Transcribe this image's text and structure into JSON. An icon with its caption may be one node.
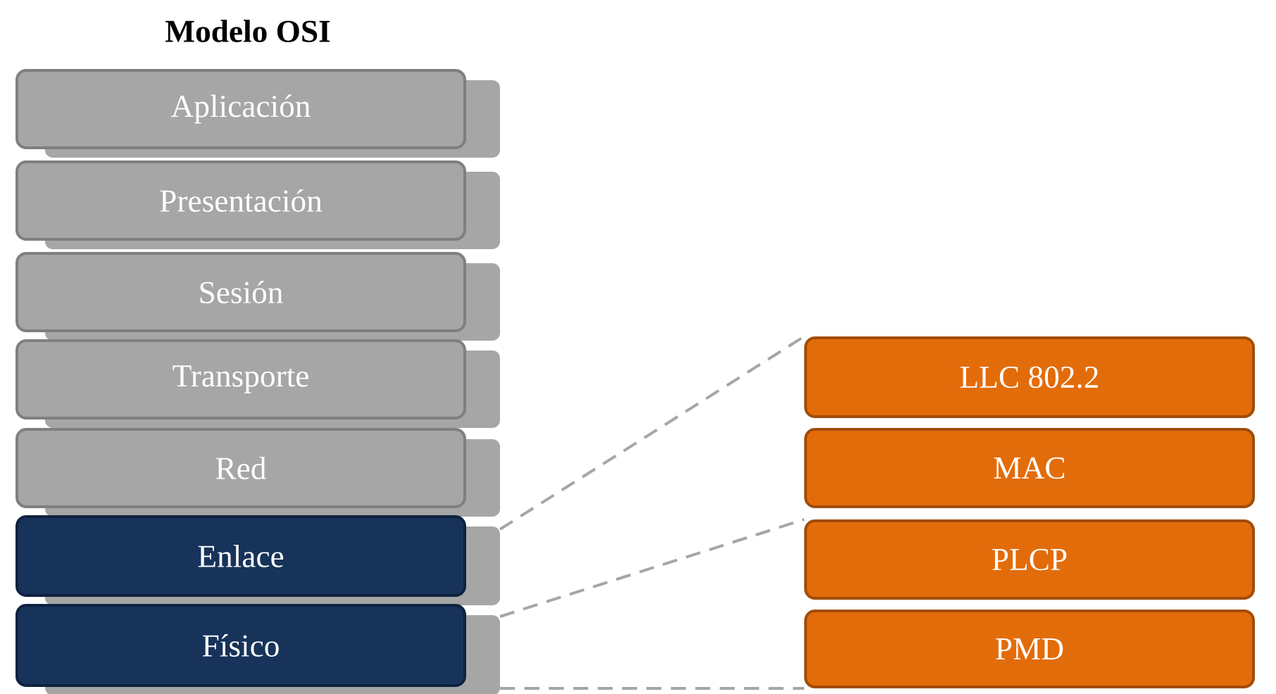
{
  "diagram": {
    "title": "Modelo OSI",
    "nodes": [
      {
        "text": [
          "Aplicación"
        ]
      },
      {
        "text": [
          "Presentación"
        ]
      },
      {
        "text": [
          "Sesión"
        ]
      },
      {
        "text": [
          "Transporte"
        ]
      },
      {
        "text": [
          "Red"
        ]
      },
      {
        "text": [
          "Enlace"
        ]
      },
      {
        "text": [
          "Físico"
        ]
      },
      {
        "text": [
          "LLC 802.2"
        ]
      },
      {
        "text": [
          "MAC"
        ]
      },
      {
        "text": [
          "PLCP"
        ]
      },
      {
        "text": [
          "PMD"
        ]
      }
    ],
    "edges": [
      {
        "from": 5,
        "to": 7,
        "arrow": "none",
        "style": "dashed"
      },
      {
        "from": 6,
        "to": 9,
        "arrow": "none",
        "style": "dashed"
      },
      {
        "from": 6,
        "to": 10,
        "arrow": "none",
        "style": "dashed"
      }
    ]
  }
}
